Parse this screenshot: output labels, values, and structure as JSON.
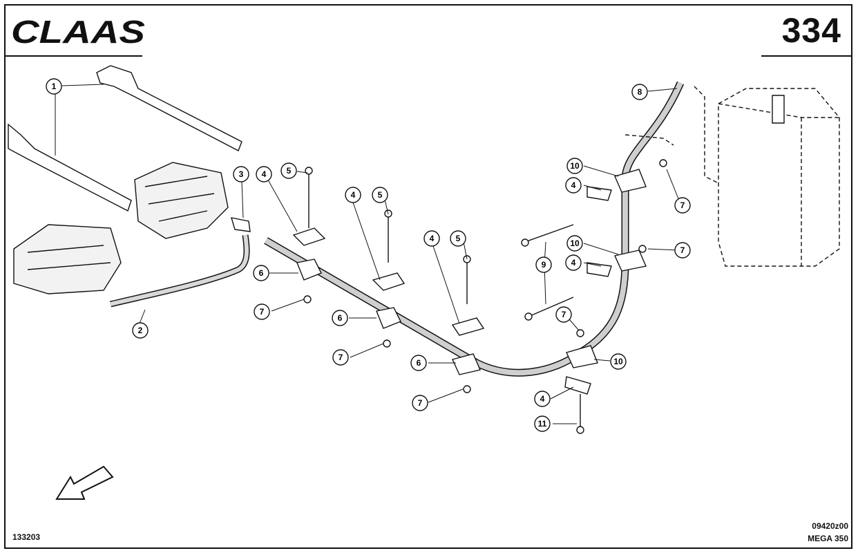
{
  "header": {
    "brand": "CLAAS",
    "page_number": "334"
  },
  "footer": {
    "diagram_id": "133203",
    "drawing_number": "09420z00",
    "model": "MEGA 350"
  },
  "callouts": [
    {
      "label": "1"
    },
    {
      "label": "2"
    },
    {
      "label": "3"
    },
    {
      "label": "4"
    },
    {
      "label": "5"
    },
    {
      "label": "6"
    },
    {
      "label": "4"
    },
    {
      "label": "5"
    },
    {
      "label": "7"
    },
    {
      "label": "6"
    },
    {
      "label": "7"
    },
    {
      "label": "4"
    },
    {
      "label": "5"
    },
    {
      "label": "6"
    },
    {
      "label": "7"
    },
    {
      "label": "8"
    },
    {
      "label": "10"
    },
    {
      "label": "4"
    },
    {
      "label": "7"
    },
    {
      "label": "9"
    },
    {
      "label": "10"
    },
    {
      "label": "4"
    },
    {
      "label": "7"
    },
    {
      "label": "7"
    },
    {
      "label": "10"
    },
    {
      "label": "4"
    },
    {
      "label": "11"
    }
  ],
  "colors": {
    "ink": "#111111",
    "paper": "#ffffff",
    "hose": "#bdbdbd"
  }
}
